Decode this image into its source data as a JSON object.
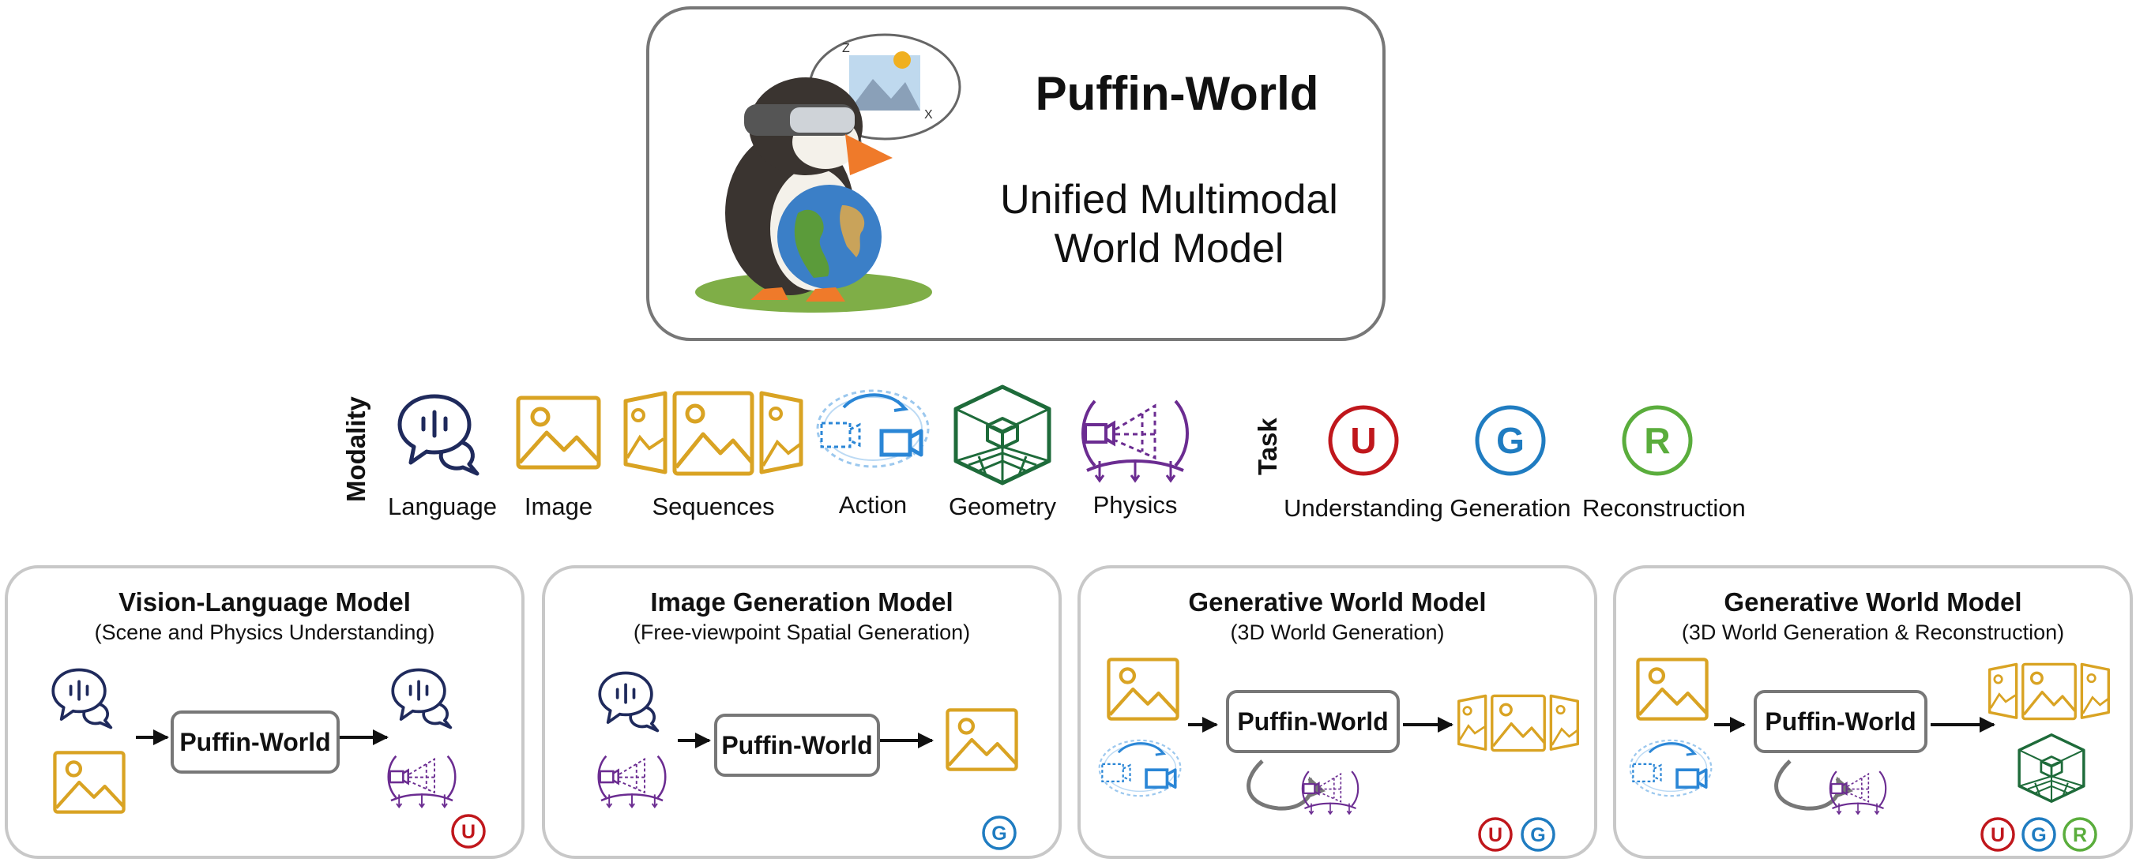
{
  "header": {
    "title": "Puffin-World",
    "subtitle_line1": "Unified Multimodal",
    "subtitle_line2": "World Model"
  },
  "modality": {
    "label": "Modality",
    "items": [
      {
        "label": "Language",
        "icon": "speech-bubbles-icon"
      },
      {
        "label": "Image",
        "icon": "image-icon"
      },
      {
        "label": "Sequences",
        "icon": "image-sequence-icon"
      },
      {
        "label": "Action",
        "icon": "camera-motion-icon"
      },
      {
        "label": "Geometry",
        "icon": "cube-geometry-icon"
      },
      {
        "label": "Physics",
        "icon": "physics-camera-icon"
      }
    ]
  },
  "task": {
    "label": "Task",
    "items": [
      {
        "letter": "U",
        "label": "Understanding",
        "color": "#c0171c"
      },
      {
        "letter": "G",
        "label": "Generation",
        "color": "#1f7cc1"
      },
      {
        "letter": "R",
        "label": "Reconstruction",
        "color": "#5aad3c"
      }
    ]
  },
  "panels": [
    {
      "title": "Vision-Language Model",
      "subtitle": "(Scene and Physics Understanding)",
      "model": "Puffin-World",
      "badges": [
        "U"
      ]
    },
    {
      "title": "Image Generation Model",
      "subtitle": "(Free-viewpoint Spatial Generation)",
      "model": "Puffin-World",
      "badges": [
        "G"
      ]
    },
    {
      "title": "Generative World Model",
      "subtitle": "(3D World Generation)",
      "model": "Puffin-World",
      "badges": [
        "U",
        "G"
      ]
    },
    {
      "title": "Generative World Model",
      "subtitle": "(3D World Generation & Reconstruction)",
      "model": "Puffin-World",
      "badges": [
        "U",
        "G",
        "R"
      ]
    }
  ],
  "colors": {
    "navy": "#1f2a5c",
    "gold": "#d9a323",
    "blue": "#2a86d6",
    "green": "#1e6b3a",
    "purple": "#6b2c91",
    "u": "#c0171c",
    "g": "#1f7cc1",
    "r": "#5aad3c"
  }
}
